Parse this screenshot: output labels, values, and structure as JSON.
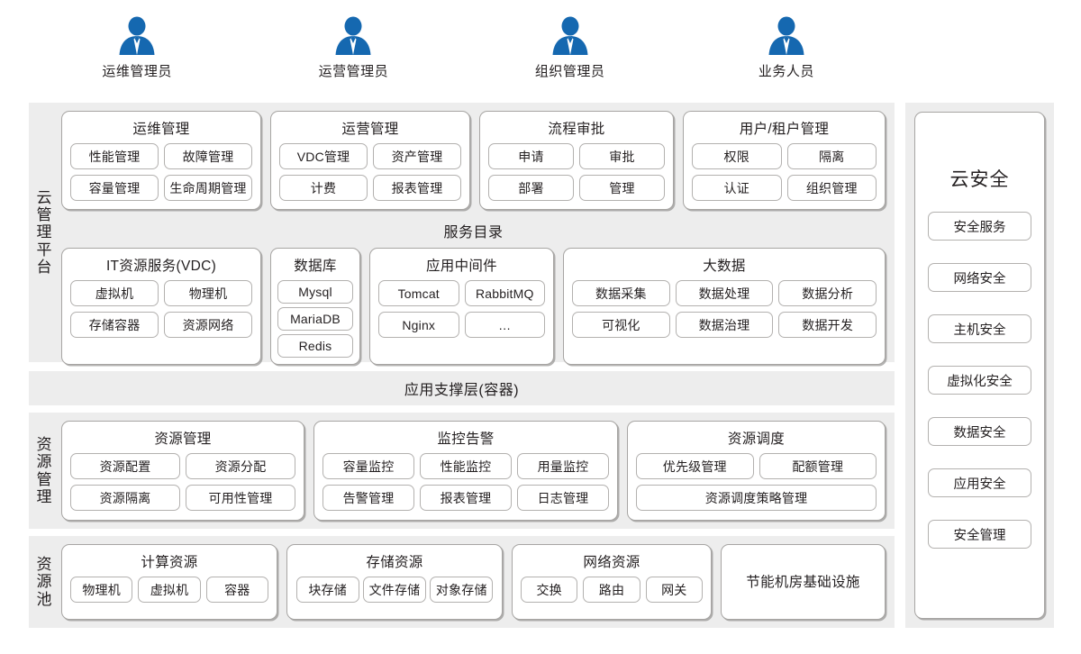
{
  "personas": [
    {
      "label": "运维管理员",
      "icon": "user-avatar-icon"
    },
    {
      "label": "运营管理员",
      "icon": "user-avatar-icon"
    },
    {
      "label": "组织管理员",
      "icon": "user-avatar-icon"
    },
    {
      "label": "业务人员",
      "icon": "user-avatar-icon"
    }
  ],
  "cloud_platform": {
    "side_label": "云管理平台",
    "side_label_chars": [
      "云",
      "管",
      "理",
      "平",
      "台"
    ],
    "cards": [
      {
        "title": "运维管理",
        "items": [
          "性能管理",
          "故障管理",
          "容量管理",
          "生命周期管理"
        ]
      },
      {
        "title": "运营管理",
        "items": [
          "VDC管理",
          "资产管理",
          "计费",
          "报表管理"
        ]
      },
      {
        "title": "流程审批",
        "items": [
          "申请",
          "审批",
          "部署",
          "管理"
        ]
      },
      {
        "title": "用户/租户管理",
        "items": [
          "权限",
          "隔离",
          "认证",
          "组织管理"
        ]
      }
    ],
    "catalog_title": "服务目录",
    "catalog_cards": [
      {
        "title": "IT资源服务(VDC)",
        "cols": 2,
        "items": [
          "虚拟机",
          "物理机",
          "存储容器",
          "资源网络"
        ]
      },
      {
        "title": "数据库",
        "cols": 1,
        "items": [
          "Mysql",
          "MariaDB",
          "Redis"
        ]
      },
      {
        "title": "应用中间件",
        "cols": 2,
        "items": [
          "Tomcat",
          "RabbitMQ",
          "Nginx",
          "…"
        ]
      },
      {
        "title": "大数据",
        "cols": 3,
        "items": [
          "数据采集",
          "数据处理",
          "数据分析",
          "可视化",
          "数据治理",
          "数据开发"
        ]
      }
    ]
  },
  "app_support": {
    "label": "应用支撑层(容器)"
  },
  "resource_management": {
    "side_label": "资源管理",
    "side_label_chars": [
      "资",
      "源",
      "管",
      "理"
    ],
    "cards": [
      {
        "title": "资源管理",
        "cols": 2,
        "items": [
          "资源配置",
          "资源分配",
          "资源隔离",
          "可用性管理"
        ]
      },
      {
        "title": "监控告警",
        "cols": 3,
        "items": [
          "容量监控",
          "性能监控",
          "用量监控",
          "告警管理",
          "报表管理",
          "日志管理"
        ]
      },
      {
        "title": "资源调度",
        "cols": 2,
        "items": [
          "优先级管理",
          "配额管理"
        ],
        "wide_items": [
          "资源调度策略管理"
        ]
      }
    ]
  },
  "resource_pool": {
    "side_label": "资源池",
    "side_label_chars": [
      "资",
      "源",
      "池"
    ],
    "cards": [
      {
        "title": "计算资源",
        "cols": 3,
        "items": [
          "物理机",
          "虚拟机",
          "容器"
        ]
      },
      {
        "title": "存储资源",
        "cols": 3,
        "items": [
          "块存储",
          "文件存储",
          "对象存储"
        ]
      },
      {
        "title": "网络资源",
        "cols": 3,
        "items": [
          "交换",
          "路由",
          "网关"
        ]
      }
    ],
    "standalone_card": "节能机房基础设施"
  },
  "cloud_security": {
    "title": "云安全",
    "items": [
      "安全服务",
      "网络安全",
      "主机安全",
      "虚拟化安全",
      "数据安全",
      "应用安全",
      "安全管理"
    ]
  },
  "colors": {
    "persona_blue": "#1568b0",
    "panel_gray": "#ededed",
    "card_border": "#a7a5a3",
    "chip_border": "#b3b1af",
    "text": "#231f20"
  }
}
